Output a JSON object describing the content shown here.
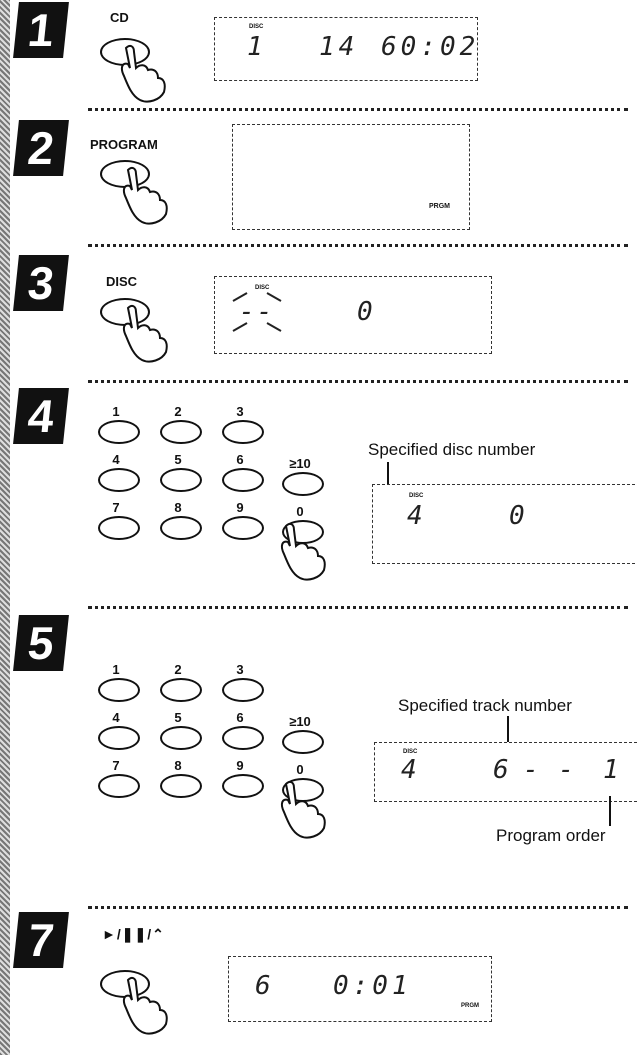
{
  "steps": [
    {
      "number": "1",
      "button": "CD",
      "display": {
        "disc_label": "DISC",
        "disc": "1",
        "track": "14",
        "time": "60:02"
      }
    },
    {
      "number": "2",
      "button": "PROGRAM",
      "display": {
        "indicator": "PRGM"
      }
    },
    {
      "number": "3",
      "button": "DISC",
      "display": {
        "disc_label": "DISC",
        "disc": "--",
        "track": "0"
      }
    },
    {
      "number": "4",
      "keypad": [
        "1",
        "2",
        "3",
        "4",
        "5",
        "6",
        "≥10",
        "7",
        "8",
        "9",
        "0"
      ],
      "caption": "Specified disc number",
      "display": {
        "disc_label": "DISC",
        "disc": "4",
        "track": "0"
      }
    },
    {
      "number": "5",
      "keypad": [
        "1",
        "2",
        "3",
        "4",
        "5",
        "6",
        "≥10",
        "7",
        "8",
        "9",
        "0"
      ],
      "caption_top": "Specified track number",
      "caption_bottom": "Program order",
      "display": {
        "disc_label": "DISC",
        "disc": "4",
        "track": "6",
        "dashes": "- -",
        "order": "1"
      }
    },
    {
      "number": "7",
      "button": "►/❚❚/⌃",
      "display": {
        "track": "6",
        "time": "0:01",
        "indicator": "PRGM"
      }
    }
  ]
}
